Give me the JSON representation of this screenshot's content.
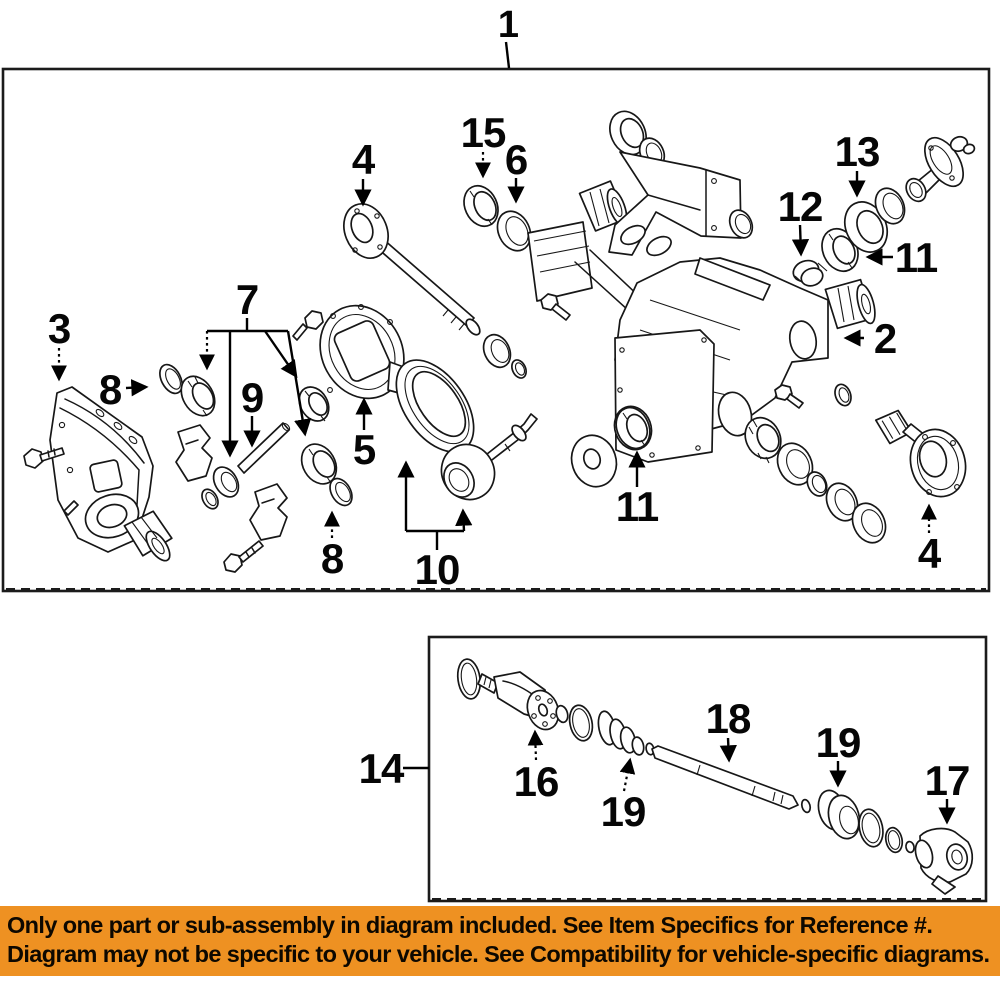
{
  "callouts": {
    "c1": {
      "label": "1"
    },
    "c2": {
      "label": "2"
    },
    "c3": {
      "label": "3"
    },
    "c4a": {
      "label": "4"
    },
    "c4b": {
      "label": "4"
    },
    "c5": {
      "label": "5"
    },
    "c6": {
      "label": "6"
    },
    "c7": {
      "label": "7"
    },
    "c8a": {
      "label": "8"
    },
    "c8b": {
      "label": "8"
    },
    "c9": {
      "label": "9"
    },
    "c10": {
      "label": "10"
    },
    "c11a": {
      "label": "11"
    },
    "c11b": {
      "label": "11"
    },
    "c12": {
      "label": "12"
    },
    "c13": {
      "label": "13"
    },
    "c15": {
      "label": "15"
    },
    "c14": {
      "label": "14"
    },
    "c16": {
      "label": "16"
    },
    "c17": {
      "label": "17"
    },
    "c18": {
      "label": "18"
    },
    "c19a": {
      "label": "19"
    },
    "c19b": {
      "label": "19"
    }
  },
  "banner": {
    "line1": "Only one part or sub-assembly in diagram included. See Item Specifics for Reference #.",
    "line2": "Diagram may not be specific to your vehicle. See Compatibility for vehicle-specific diagrams."
  },
  "colors": {
    "banner_bg": "#EE9122",
    "banner_text": "#0d0800",
    "line_art": "#171717"
  }
}
